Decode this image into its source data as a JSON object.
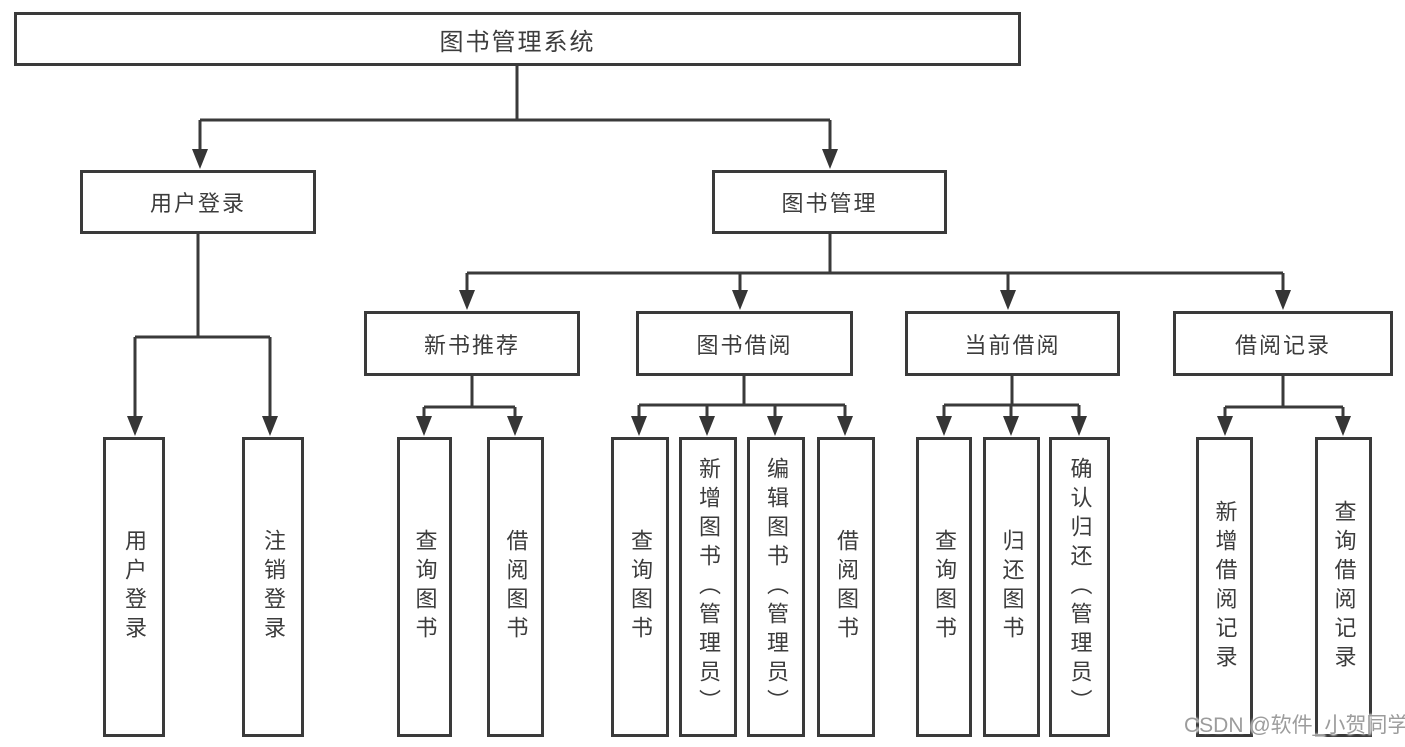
{
  "tree": {
    "root": "图书管理系统",
    "level2": [
      "用户登录",
      "图书管理"
    ],
    "level3": [
      "新书推荐",
      "图书借阅",
      "当前借阅",
      "借阅记录"
    ],
    "leaves": {
      "user_login": [
        "用户登录",
        "注销登录"
      ],
      "new_book_recommend": [
        "查询图书",
        "借阅图书"
      ],
      "book_borrowing": [
        "查询图书",
        "新增图书（管理员）",
        "编辑图书（管理员）",
        "借阅图书"
      ],
      "current_borrowing": [
        "查询图书",
        "归还图书",
        "确认归还（管理员）"
      ],
      "borrowing_records": [
        "新增借阅记录",
        "查询借阅记录"
      ]
    }
  },
  "watermark": {
    "text": "CSDN @软件_小贺同学"
  },
  "colors": {
    "background": "#ffffff",
    "line": "#3a3a3a",
    "box_border": "#3a3a3a",
    "text": "#3c3c3c",
    "watermark": "#9c9c9c"
  }
}
